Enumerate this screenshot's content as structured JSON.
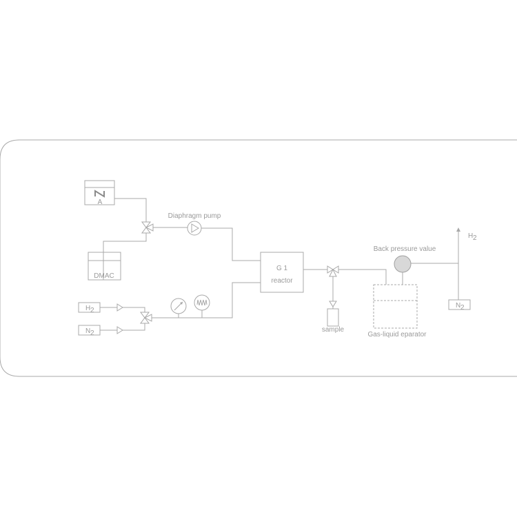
{
  "colors": {
    "line": "#a8a8a8",
    "text": "#9a9a9a",
    "back_pressure_fill": "#d8d8d8"
  },
  "labels": {
    "tank_a_letter": "A",
    "tank_dmac": "DMAC",
    "diaphragm_pump": "Diaphragm pump",
    "h2_source": "H",
    "n2_source": "N",
    "subscript": "2",
    "reactor_line1": "G 1",
    "reactor_line2": "reactor",
    "sample": "sample",
    "separator": "Gas-liquid eparator",
    "back_pressure": "Back pressure value",
    "h2_out": "H",
    "n2_purge": "N"
  }
}
